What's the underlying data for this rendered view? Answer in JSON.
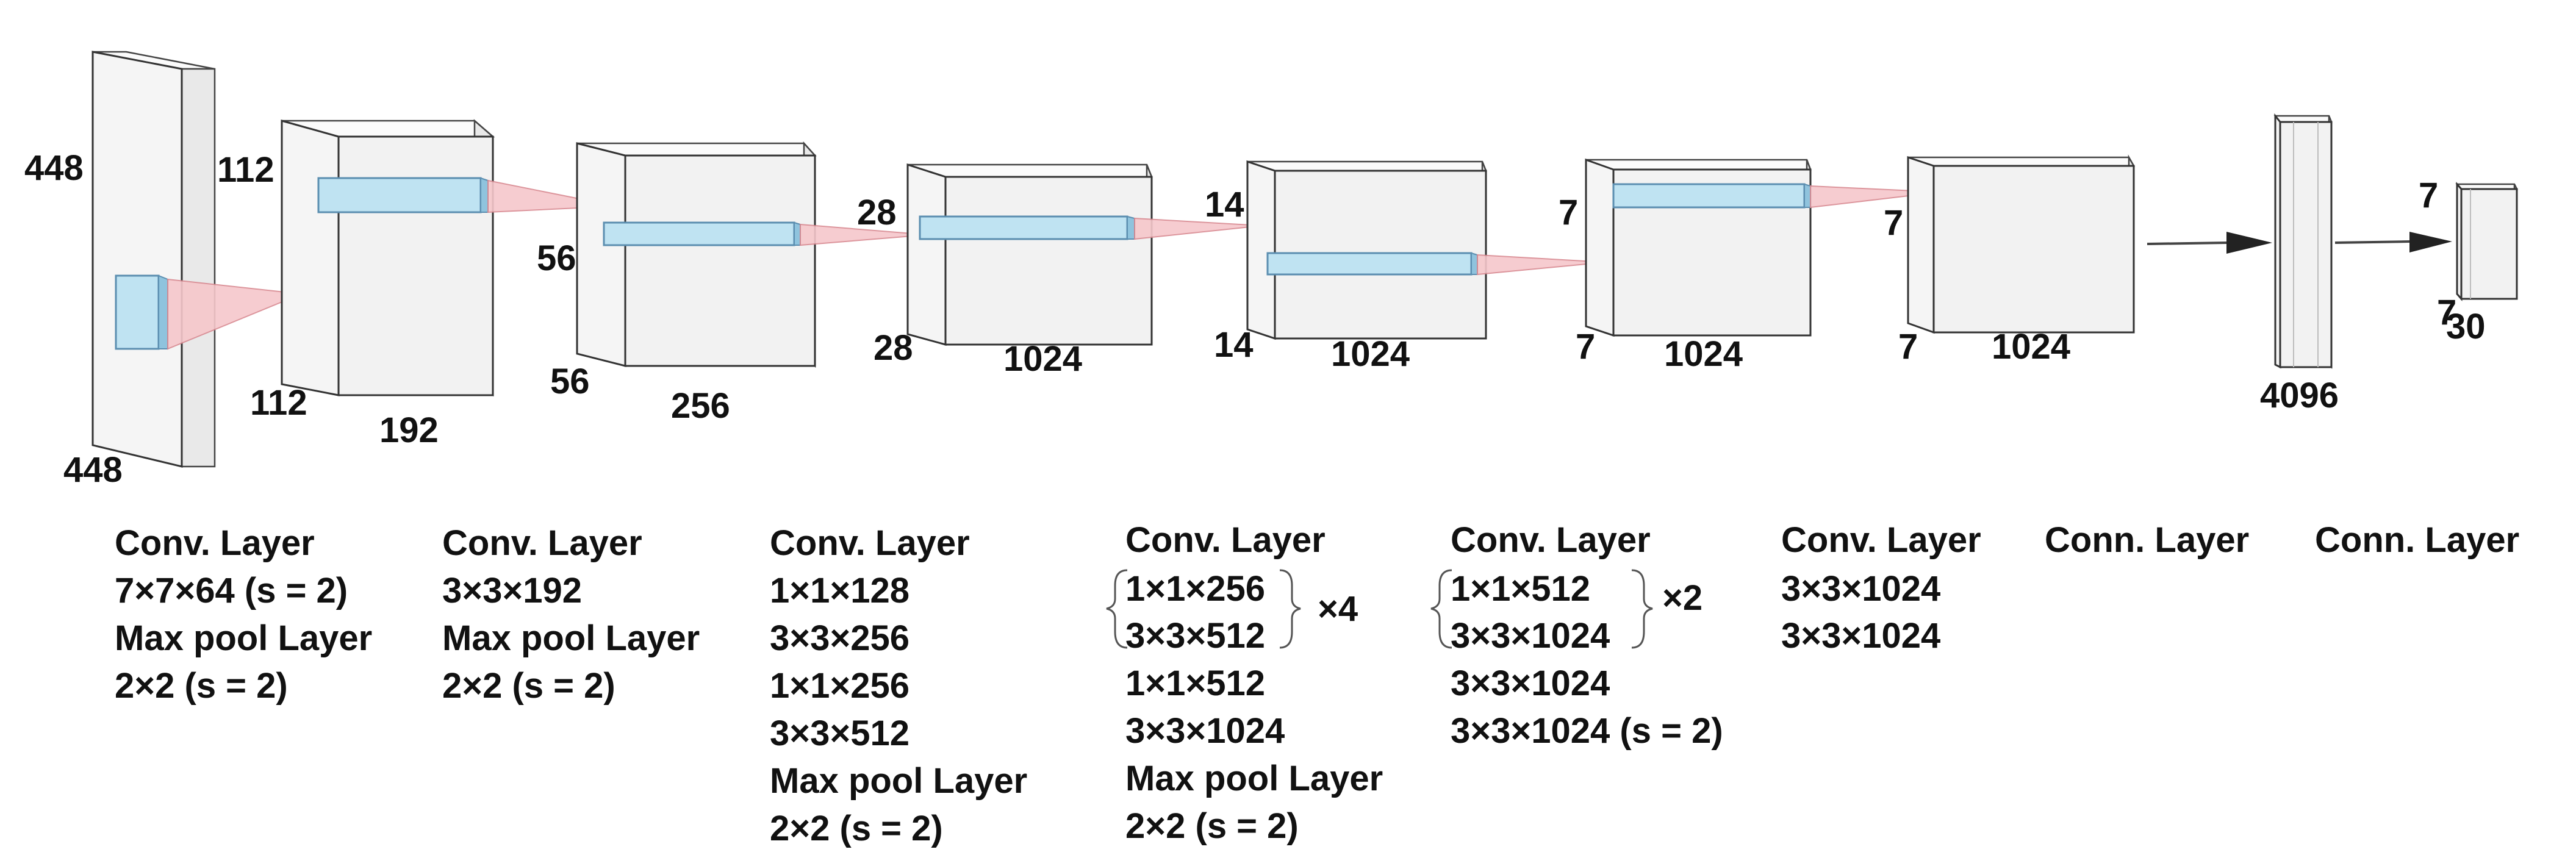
{
  "colors": {
    "block_face": "#f5f5f5",
    "kernel": "#bfe3f2",
    "cone": "#f6c7cb"
  },
  "blocks": [
    {
      "height_label": "448",
      "width_label": "448"
    },
    {
      "height_label": "112",
      "depth_label": "112",
      "channels_label": "192"
    },
    {
      "height_label": "56",
      "depth_label": "56",
      "channels_label": "256"
    },
    {
      "height_label": "28",
      "depth_label": "28",
      "channels_label": "1024"
    },
    {
      "height_label": "14",
      "depth_label": "14",
      "channels_label": "1024"
    },
    {
      "height_label": "7",
      "depth_label": "7",
      "channels_label": "1024"
    },
    {
      "height_label": "7",
      "depth_label": "7",
      "channels_label": "1024"
    },
    {
      "bottom_label": "4096"
    },
    {
      "height_label": "7",
      "depth_label": "7",
      "channels_label": "30"
    }
  ],
  "captions": [
    {
      "title": "Conv. Layer",
      "lines": [
        "7×7×64 (s = 2)",
        "Max pool  Layer",
        "2×2 (s = 2)"
      ]
    },
    {
      "title": "Conv. Layer",
      "lines": [
        "3×3×192",
        "Max pool  Layer",
        "2×2 (s = 2)"
      ]
    },
    {
      "title": "Conv. Layer",
      "lines": [
        "1×1×128",
        "3×3×256",
        "1×1×256",
        "3×3×512",
        "Max pool  Layer",
        "2×2 (s = 2)"
      ]
    },
    {
      "title": "Conv. Layer",
      "braced": [
        "1×1×256",
        "3×3×512"
      ],
      "repeat": "×4",
      "lines": [
        "1×1×512",
        "3×3×1024",
        "Max pool  Layer",
        "2×2 (s = 2)"
      ]
    },
    {
      "title": "Conv. Layer",
      "braced": [
        "1×1×512",
        "3×3×1024"
      ],
      "repeat": "×2",
      "lines": [
        "3×3×1024",
        "3×3×1024 (s = 2)"
      ]
    },
    {
      "title": "Conv. Layer",
      "lines": [
        "3×3×1024",
        "3×3×1024"
      ]
    },
    {
      "title": "Conn. Layer",
      "lines": []
    },
    {
      "title": "Conn. Layer",
      "lines": []
    }
  ]
}
